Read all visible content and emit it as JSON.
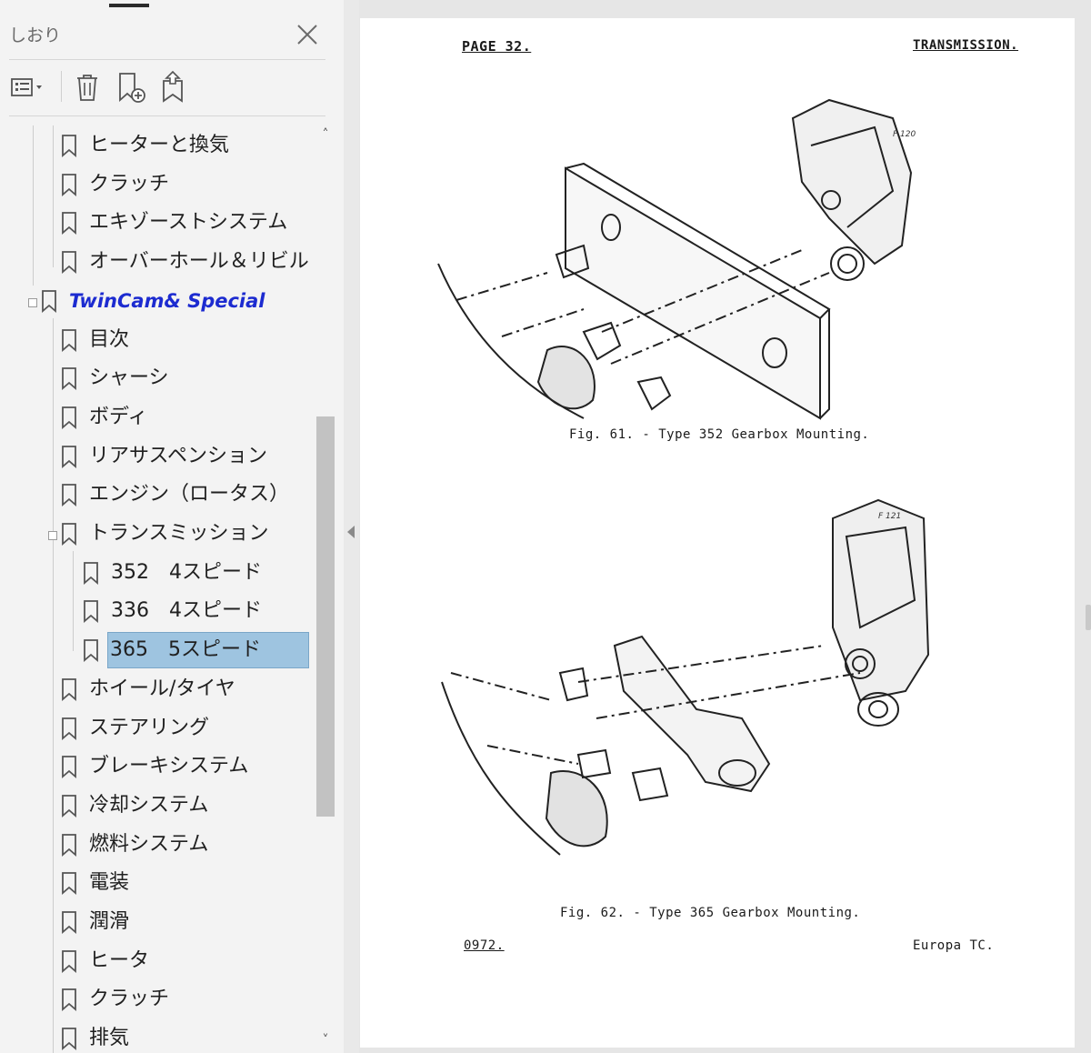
{
  "sidebar": {
    "title": "しおり",
    "tools": [
      {
        "icon": "options-menu-icon"
      },
      {
        "icon": "delete-trash-icon"
      },
      {
        "icon": "add-bookmark-icon"
      },
      {
        "icon": "promote-bookmark-icon"
      }
    ],
    "bookmarks": [
      {
        "label": "ヒーターと換気",
        "level": 1
      },
      {
        "label": "クラッチ",
        "level": 1
      },
      {
        "label": "エキゾーストシステム",
        "level": 1
      },
      {
        "label": "オーバーホール＆リビルト",
        "level": 1
      },
      {
        "label": "TwinCam& Special",
        "level": 0,
        "expanded": true
      },
      {
        "label": "目次",
        "level": 1
      },
      {
        "label": "シャーシ",
        "level": 1
      },
      {
        "label": "ボディ",
        "level": 1
      },
      {
        "label": "リアサスペンション",
        "level": 1
      },
      {
        "label": "エンジン（ロータス）",
        "level": 1
      },
      {
        "label": "トランスミッション",
        "level": 1,
        "expanded": true
      },
      {
        "label": "352　4スピード",
        "level": 2
      },
      {
        "label": "336　4スピード",
        "level": 2
      },
      {
        "label": "365　5スピード",
        "level": 2,
        "selected": true
      },
      {
        "label": "ホイール/タイヤ",
        "level": 1
      },
      {
        "label": "ステアリング",
        "level": 1
      },
      {
        "label": "ブレーキシステム",
        "level": 1
      },
      {
        "label": "冷却システム",
        "level": 1
      },
      {
        "label": "燃料システム",
        "level": 1
      },
      {
        "label": "電装",
        "level": 1
      },
      {
        "label": "潤滑",
        "level": 1
      },
      {
        "label": "ヒータ",
        "level": 1
      },
      {
        "label": "クラッチ",
        "level": 1
      },
      {
        "label": "排気",
        "level": 1
      }
    ]
  },
  "document": {
    "page_number": "PAGE 32.",
    "section": "TRANSMISSION.",
    "figure_61_caption": "Fig. 61. - Type 352 Gearbox Mounting.",
    "figure_61_tag": "F 120",
    "figure_62_caption": "Fig. 62. - Type 365 Gearbox Mounting.",
    "figure_62_tag": "F 121",
    "footer_code": "0972.",
    "footer_model": "Europa TC."
  },
  "colors": {
    "selection": "#9ec4e0",
    "root_bookmark": "#1c2bd0"
  }
}
